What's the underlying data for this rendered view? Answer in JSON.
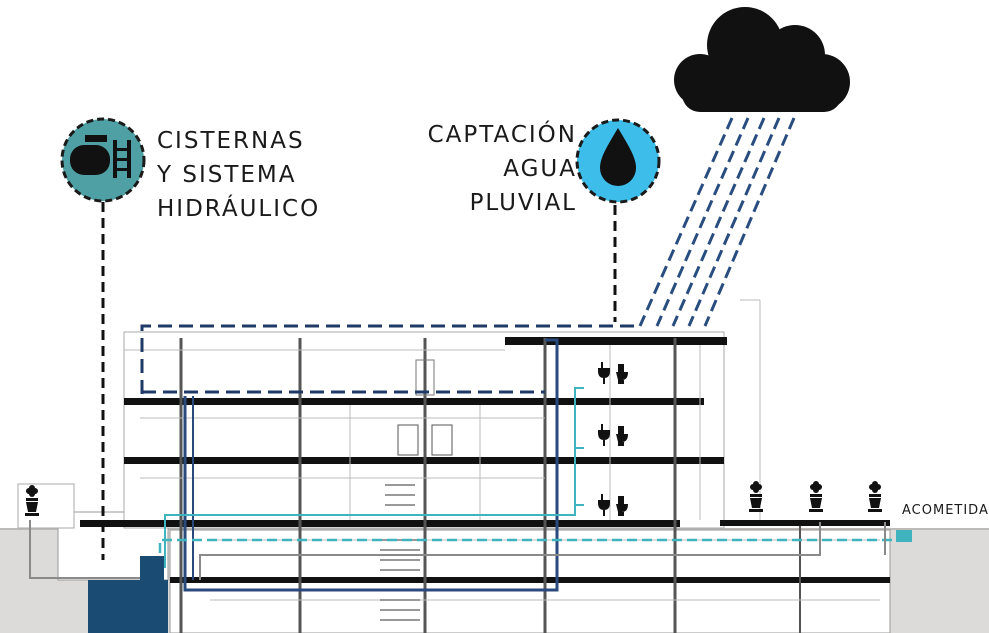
{
  "labels": {
    "cisternas": [
      "CISTERNAS",
      "Y SISTEMA",
      "HIDRÁULICO"
    ],
    "captacion": [
      "CAPTACIÓN",
      "AGUA",
      "PLUVIAL"
    ],
    "acometida": "ACOMETIDA"
  },
  "icons": {
    "cisternas": "cistern-pump-icon",
    "captacion": "water-drop-icon",
    "rain_cloud": "rain-cloud-icon",
    "fixtures": "toilet-sink-icon",
    "planters": "planter-icon"
  },
  "colors": {
    "teal_circle": "#4fa0a4",
    "blue_circle": "#3dbde9",
    "dark_blue_pipe": "#1f3a66",
    "teal_pipe": "#3fb3be",
    "cistern_tank": "#1a4c73",
    "ground": "#dddbd9",
    "rain": "#2a4d80"
  }
}
